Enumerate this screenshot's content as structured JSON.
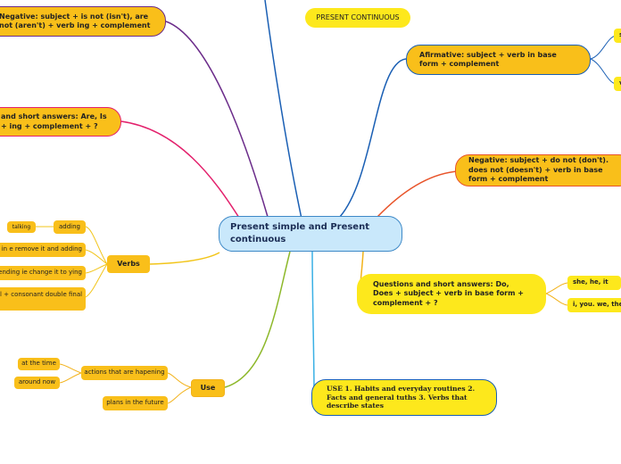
{
  "central": "Present simple and Present continuous",
  "title_tag": "PRESENT CONTINUOUS",
  "affirmative": "Afirmative: subject + verb in base form  + complement",
  "aff_child_1": "s",
  "aff_child_2": "v",
  "negative_simple": "Negative: subject + do not (don't). does not (doesn't) + verb in base form + complement",
  "questions_simple": "Questions and short answers: Do, Does + subject + verb in base form + complement + ?",
  "q_child_1": "she, he, it",
  "q_child_2": "i, you. we, they",
  "use_simple": "USE 1. Habits and everyday routines 2. Facts and general tuths 3. Verbs that describe states",
  "negative_continuous": "Negative: subject + is not (isn't), are not (aren't) + verb  ing + complement",
  "questions_continuous": "and short answers: Are, Is + ing + complement + ?",
  "verbs": {
    "label": "Verbs",
    "items": [
      "adding",
      "in e remove it and adding",
      "ending ie change it to ying",
      "l + consonant double final"
    ],
    "example": "talking"
  },
  "use": {
    "label": "Use",
    "actions": "actions that are hapening",
    "at_the_time": "at the time",
    "around_now": "around now",
    "plans": "plans in the future"
  },
  "colors": {
    "purple": "#6b2c8a",
    "pink": "#e3206c",
    "orange_red": "#e8542a",
    "amber": "#f2b21a",
    "blue": "#1a5fb4",
    "light_blue": "#3ab0e5",
    "green": "#8db82a",
    "yellow_node": "#fde81c",
    "orange_node": "#f9bf1a",
    "central_fill": "#c9e8fb"
  }
}
